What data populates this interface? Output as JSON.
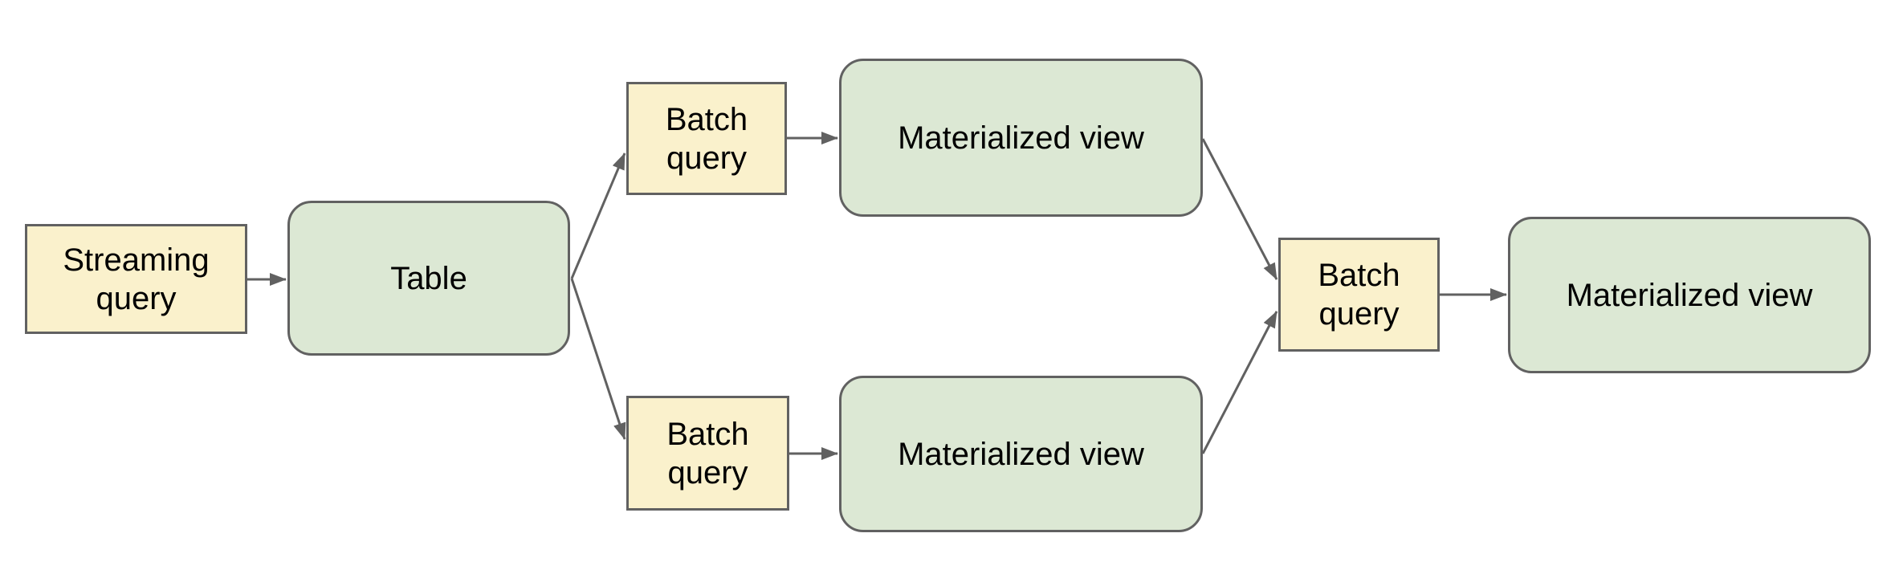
{
  "diagram_title": "",
  "nodes": {
    "streaming_query": {
      "label": "Streaming query",
      "shape": "rectangle",
      "fill": "#FAF1CC"
    },
    "table": {
      "label": "Table",
      "shape": "rounded-rectangle",
      "fill": "#DCE8D4"
    },
    "batch_query_top": {
      "label": "Batch query",
      "shape": "rectangle",
      "fill": "#FAF1CC"
    },
    "materialized_view_top": {
      "label": "Materialized view",
      "shape": "rounded-rectangle",
      "fill": "#DCE8D4"
    },
    "batch_query_bottom": {
      "label": "Batch query",
      "shape": "rectangle",
      "fill": "#FAF1CC"
    },
    "materialized_view_bottom": {
      "label": "Materialized view",
      "shape": "rounded-rectangle",
      "fill": "#DCE8D4"
    },
    "batch_query_right": {
      "label": "Batch query",
      "shape": "rectangle",
      "fill": "#FAF1CC"
    },
    "materialized_view_right": {
      "label": "Materialized view",
      "shape": "rounded-rectangle",
      "fill": "#DCE8D4"
    }
  },
  "edges": [
    {
      "from": "streaming_query",
      "to": "table"
    },
    {
      "from": "table",
      "to": "batch_query_top"
    },
    {
      "from": "table",
      "to": "batch_query_bottom"
    },
    {
      "from": "batch_query_top",
      "to": "materialized_view_top"
    },
    {
      "from": "batch_query_bottom",
      "to": "materialized_view_bottom"
    },
    {
      "from": "materialized_view_top",
      "to": "batch_query_right"
    },
    {
      "from": "materialized_view_bottom",
      "to": "batch_query_right"
    },
    {
      "from": "batch_query_right",
      "to": "materialized_view_right"
    }
  ],
  "colors": {
    "query_box_fill": "#FAF1CC",
    "view_box_fill": "#DCE8D4",
    "box_border": "#616161",
    "arrow": "#616161",
    "label_text": "#000000",
    "background": "#FFFFFF"
  }
}
